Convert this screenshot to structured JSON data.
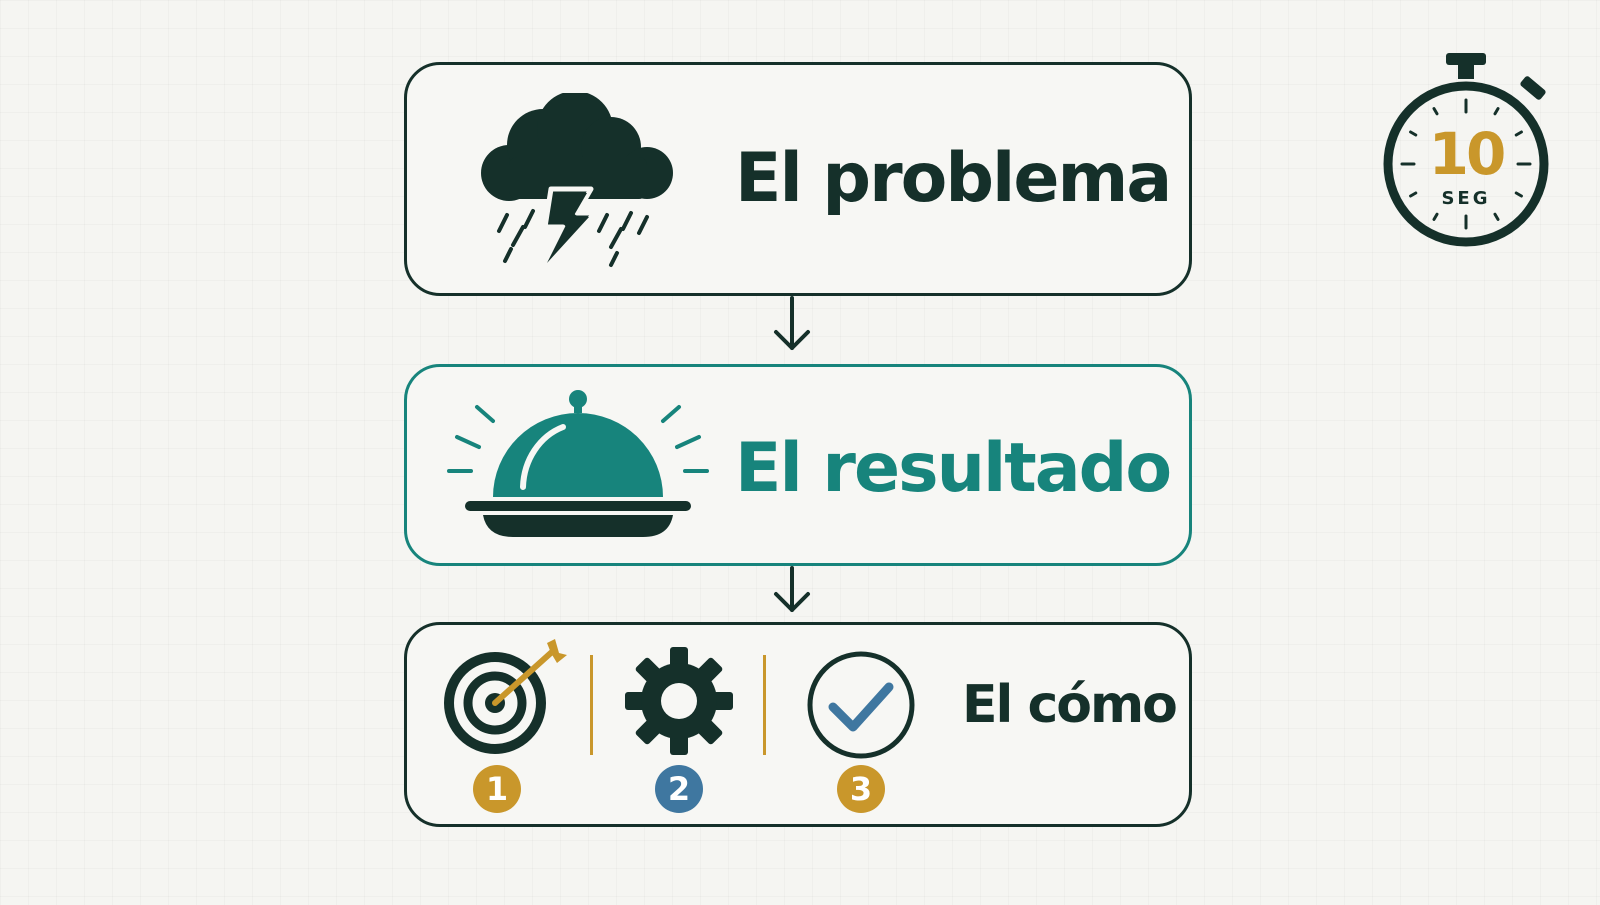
{
  "steps": {
    "problem": {
      "label": "El problema",
      "icon": "storm-cloud-icon"
    },
    "result": {
      "label": "El resultado",
      "icon": "serving-cloche-icon"
    },
    "how": {
      "label": "El cómo",
      "items": [
        {
          "number": "1",
          "icon": "target-icon",
          "color": "#c9972b"
        },
        {
          "number": "2",
          "icon": "gear-icon",
          "color": "#3f77a0"
        },
        {
          "number": "3",
          "icon": "check-circle-icon",
          "color": "#c9972b"
        }
      ]
    }
  },
  "timer": {
    "value": "10",
    "unit": "SEG"
  },
  "colors": {
    "dark": "#15302a",
    "teal": "#17847c",
    "gold": "#c9972b",
    "blue": "#3f77a0"
  }
}
